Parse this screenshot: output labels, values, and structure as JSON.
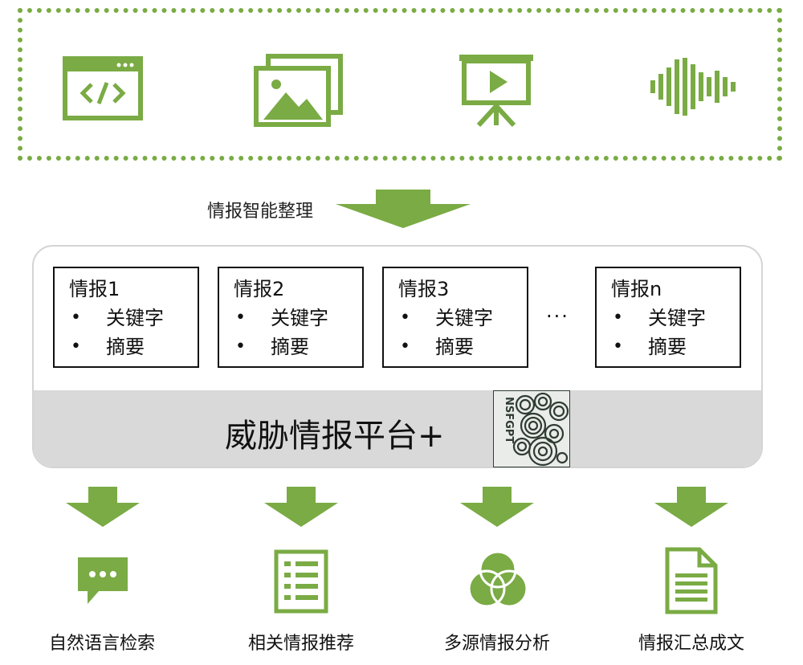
{
  "sources": {
    "icons": [
      "code-window-icon",
      "image-gallery-icon",
      "presentation-video-icon",
      "audio-waveform-icon"
    ]
  },
  "process": {
    "label": "情报智能整理"
  },
  "cards": [
    {
      "title": "情报1",
      "items": [
        "关键字",
        "摘要"
      ]
    },
    {
      "title": "情报2",
      "items": [
        "关键字",
        "摘要"
      ]
    },
    {
      "title": "情报3",
      "items": [
        "关键字",
        "摘要"
      ]
    },
    {
      "title": "情报n",
      "items": [
        "关键字",
        "摘要"
      ]
    }
  ],
  "bullet": "•",
  "ellipsis": "···",
  "platform": {
    "title": "威胁情报平台+"
  },
  "logo": {
    "text": "NSFGPT"
  },
  "outputs": [
    {
      "label": "自然语言检索",
      "icon": "chat-bubble-icon"
    },
    {
      "label": "相关情报推荐",
      "icon": "list-document-icon"
    },
    {
      "label": "多源情报分析",
      "icon": "venn-diagram-icon"
    },
    {
      "label": "情报汇总成文",
      "icon": "text-document-icon"
    }
  ],
  "colors": {
    "accent": "#7aab44",
    "band": "#d9d9d9",
    "logo_bg": "#2f3b33"
  }
}
